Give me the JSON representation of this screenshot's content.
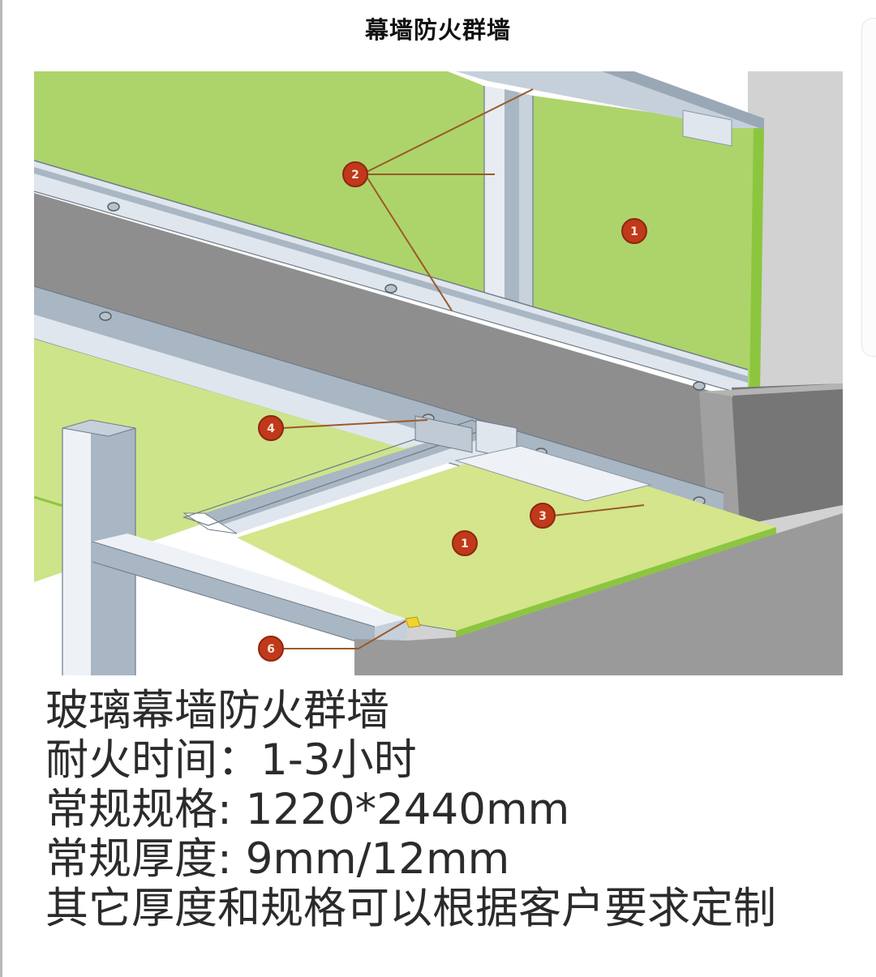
{
  "page": {
    "title": "幕墙防火群墙"
  },
  "diagram": {
    "description": "Isometric illustration of curtain wall fire-barrier assembly with numbered callouts",
    "colors": {
      "board_green": "#a9d46a",
      "board_edge": "#8cc63f",
      "floor_board": "#cde48a",
      "steel_light": "#dfe6ee",
      "steel_mid": "#a9b6c3",
      "steel_dark": "#8b98a6",
      "concrete": "#8e8e8e",
      "concrete_dark": "#767676",
      "concrete_light": "#b4b4b4",
      "callout": "#c0391b",
      "callout_line": "#9a5a2a"
    },
    "callouts": [
      {
        "id": "callout-1-upper",
        "label": "1"
      },
      {
        "id": "callout-2",
        "label": "2"
      },
      {
        "id": "callout-4",
        "label": "4"
      },
      {
        "id": "callout-3",
        "label": "3"
      },
      {
        "id": "callout-1-lower",
        "label": "1"
      },
      {
        "id": "callout-6",
        "label": "6"
      }
    ]
  },
  "specs": {
    "lines": [
      "玻璃幕墙防火群墙",
      "耐火时间：1-3小时",
      "常规规格: 1220*2440mm",
      "常规厚度: 9mm/12mm",
      "其它厚度和规格可以根据客户要求定制"
    ]
  }
}
